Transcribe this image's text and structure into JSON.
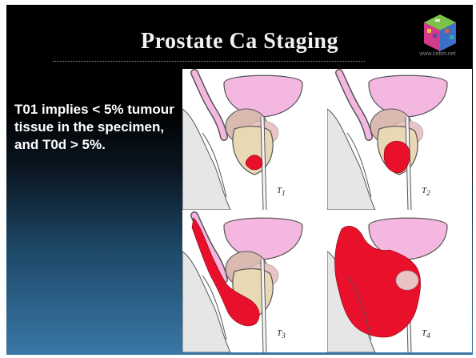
{
  "slide": {
    "title": "Prostate Ca Staging",
    "logo_url": "www.cebm.net",
    "body_text": "T01 implies < 5% tumour tissue in the specimen, and T0d > 5%."
  },
  "figure": {
    "panels": [
      {
        "stage": "T",
        "sub": "1"
      },
      {
        "stage": "T",
        "sub": "2"
      },
      {
        "stage": "T",
        "sub": "3"
      },
      {
        "stage": "T",
        "sub": "4"
      }
    ]
  },
  "colors": {
    "bladder": "#f4b8e0",
    "prostate": "#e8d8b4",
    "tumour": "#e8102a",
    "seminal": "#d9b9b0"
  }
}
